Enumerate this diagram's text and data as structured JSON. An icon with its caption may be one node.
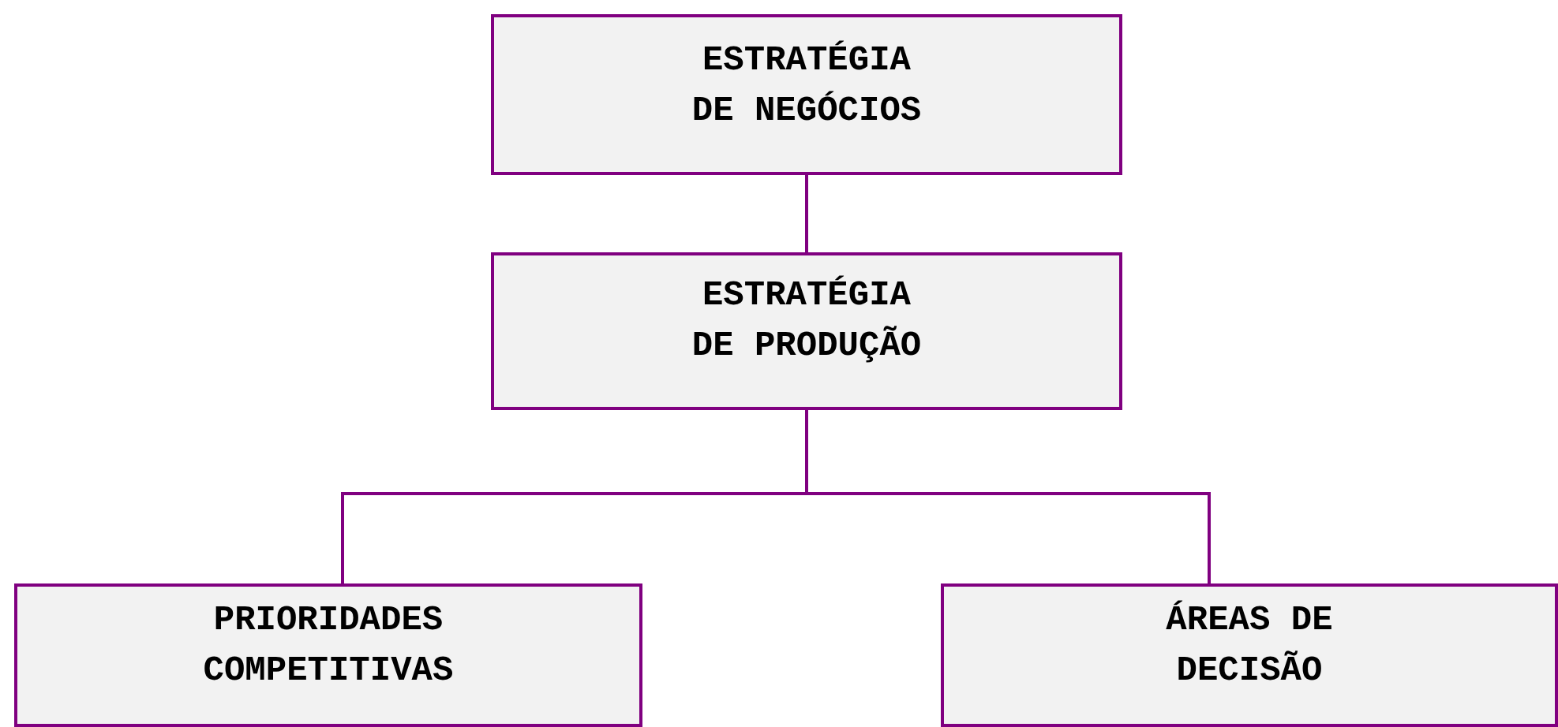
{
  "diagram": {
    "nodes": [
      {
        "text": [
          "ESTRATÉGIA DE NEGÓCIOS"
        ]
      },
      {
        "text": [
          "ESTRATÉGIA DE PRODUÇÃO"
        ]
      },
      {
        "text": [
          "PRIORIDADES COMPETITIVAS"
        ]
      },
      {
        "text": [
          "ÁREAS DE DECISÃO"
        ]
      }
    ],
    "edges": [
      {
        "from": 0,
        "to": 1,
        "arrow": "none"
      },
      {
        "from": 1,
        "to": 2,
        "arrow": "none"
      },
      {
        "from": 1,
        "to": 3,
        "arrow": "none"
      }
    ]
  }
}
